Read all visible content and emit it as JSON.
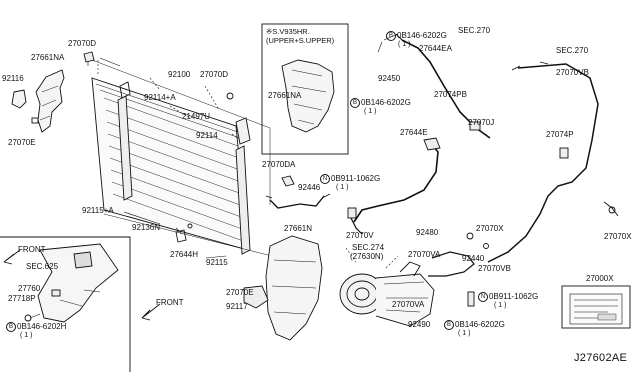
{
  "diagram": {
    "code": "J27602AE",
    "inset_upper_title": "※S.V935HR. (UPPER+S.UPPER)",
    "inset_label_box": "27000X",
    "front_arrows": [
      "FRONT",
      "FRONT"
    ]
  },
  "labels": {
    "p27070D_a": "27070D",
    "p27661NA_a": "27661NA",
    "p92116": "92116",
    "p27070E_a": "27070E",
    "p92100": "92100",
    "p92114A": "92114+A",
    "p27070D_b": "27070D",
    "p21497U": "21497U",
    "p92114": "92114",
    "p92115A": "92115+A",
    "p92136N": "92136N",
    "p27644H": "27644H",
    "p92115": "92115",
    "p27661NA_b": "27661NA",
    "p27070DA": "27070DA",
    "p92446": "92446",
    "pN0B911_a": "0B911-1062G",
    "pN0B911_a_q": "( 1 )",
    "pB08146_a": "0B146-6202G",
    "pB08146_a_q": "( 1 )",
    "pSEC270_a": "SEC.270",
    "p27644EA": "27644EA",
    "p92450": "92450",
    "p27074PB": "27074PB",
    "pB0B146_b": "0B146-6202G",
    "pB0B146_b_q": "( 1 )",
    "p27644E": "27644E",
    "p27070J": "27070J",
    "pSEC270_b": "SEC.270",
    "p27070VB_a": "27070VB",
    "p27074P": "27074P",
    "p27070V": "27070V",
    "p92480": "92480",
    "pSEC274": "SEC.274",
    "p27630N": "(27630N)",
    "p27661N": "27661N",
    "p27070X_a": "27070X",
    "p27070X_b": "27070X",
    "p27070VA_a": "27070VA",
    "p92440": "92440",
    "p27070VB_b": "27070VB",
    "pN0B911_b": "0B911-1062G",
    "pN0B911_b_q": "( 1 )",
    "p27070VA_b": "27070VA",
    "p27070E_b": "27070E",
    "p92117": "92117",
    "p92490": "92490",
    "pB0B146_c": "0B146-6202G",
    "pB0B146_c_q": "( 1 )",
    "pSEC625": "SEC.625",
    "p27760": "27760",
    "p27718P": "27718P",
    "pB0B146_d": "0B146-6202H",
    "pB0B146_d_q": "( 1 )",
    "p27000X": "27000X"
  },
  "prefixes": {
    "bolt_b": "B",
    "nut_n": "N"
  }
}
